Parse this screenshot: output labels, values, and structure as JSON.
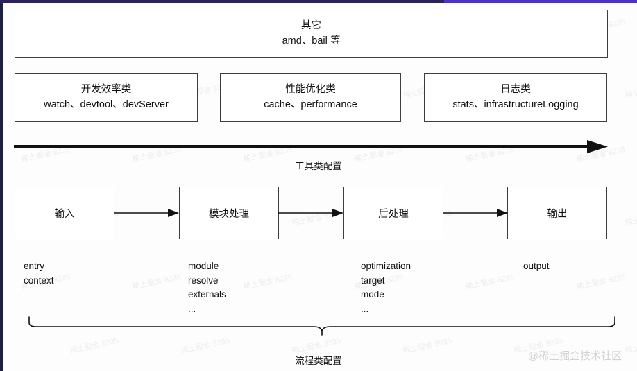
{
  "diagram": {
    "title_hidden": "",
    "categories_top": {
      "title": "其它",
      "items": "amd、bail 等"
    },
    "categories": [
      {
        "title": "开发效率类",
        "items": "watch、devtool、devServer"
      },
      {
        "title": "性能优化类",
        "items": "cache、performance"
      },
      {
        "title": "日志类",
        "items": "stats、infrastructureLogging"
      }
    ],
    "axis": {
      "label": "工具类配置"
    },
    "flow": {
      "nodes": [
        {
          "label": "输入"
        },
        {
          "label": "模块处理"
        },
        {
          "label": "后处理"
        },
        {
          "label": "输出"
        }
      ],
      "options": [
        "entry\ncontext",
        "module\nresolve\nexternals\n...",
        "optimization\ntarget\nmode\n...",
        "output"
      ]
    },
    "brace": {
      "label": "流程类配置"
    }
  },
  "watermarks": {
    "tile": "稀土掘金 8235",
    "brand": "@稀土掘金技术社区"
  },
  "colors": {
    "stroke": "#3d3d3d",
    "text": "#111111",
    "chrome_top": "#2d2259",
    "chrome_accent": "#4b30c9",
    "chrome_left": "#1d2040",
    "watermark": "#ededed"
  }
}
